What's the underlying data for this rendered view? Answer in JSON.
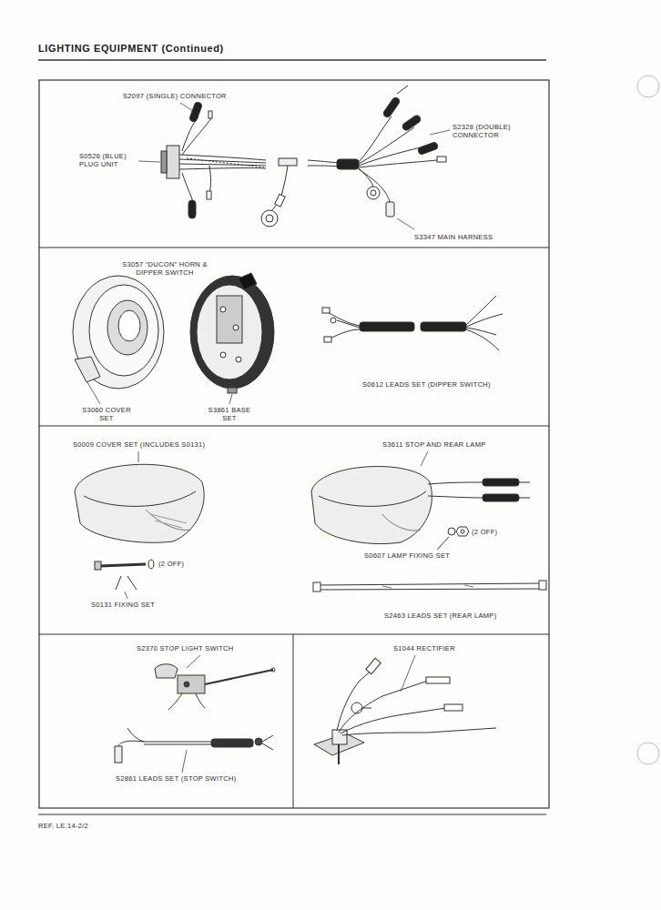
{
  "diagram": {
    "title": "LIGHTING EQUIPMENT (Continued)",
    "labels": [
      "S2097 (SINGLE) CONNECTOR",
      "S0526 (BLUE) PLUG UNIT",
      "S2328 (DOUBLE) CONNECTOR",
      "S3347 MAIN HARNESS",
      "S3057 “DUCON” HORN & DIPPER SWITCH",
      "S3060 COVER SET",
      "S3861 BASE SET",
      "S0612 LEADS SET (DIPPER SWITCH)",
      "S0009 COVER SET (INCLUDES S0131)",
      "S3611 STOP AND REAR LAMP",
      "(2 OFF)",
      "S0607 LAMP FIXING SET",
      "(2 OFF)",
      "S0131 FIXING SET",
      "S2463 LEADS SET (REAR LAMP)",
      "S2370 STOP LIGHT SWITCH",
      "S2861 LEADS SET (STOP SWITCH)",
      "S1044 RECTIFIER",
      "REF. LE.14-2/2"
    ]
  }
}
